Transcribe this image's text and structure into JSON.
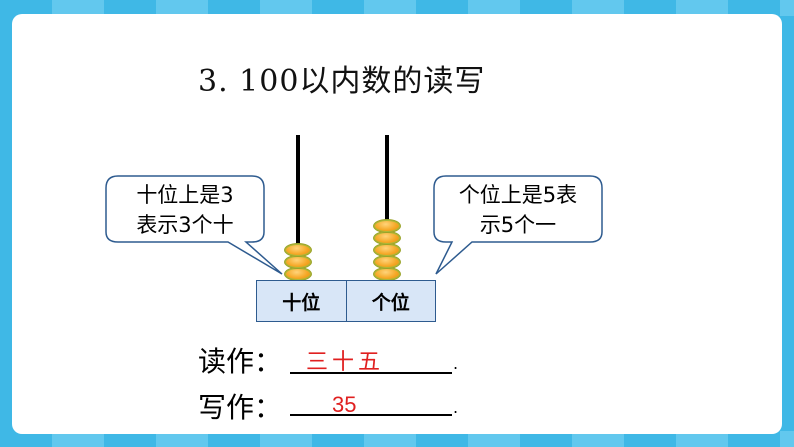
{
  "title": "3.  100以内数的读写",
  "place_values": {
    "tens_label": "十位",
    "ones_label": "个位"
  },
  "abacus": {
    "tens_beads": 3,
    "ones_beads": 5
  },
  "bubble_left": {
    "line1": "十位上是3",
    "line2": "表示3个十"
  },
  "bubble_right": {
    "line1": "个位上是5表",
    "line2": "示5个一"
  },
  "read": {
    "label": "读作：",
    "answer": "三十五",
    "end": "."
  },
  "write": {
    "label": "写作：",
    "answer": "35",
    "end": "."
  },
  "colors": {
    "background": "#3fb8e6",
    "bead": "#f5a623",
    "answer": "#e02020",
    "box_fill": "#d8e6f7"
  }
}
